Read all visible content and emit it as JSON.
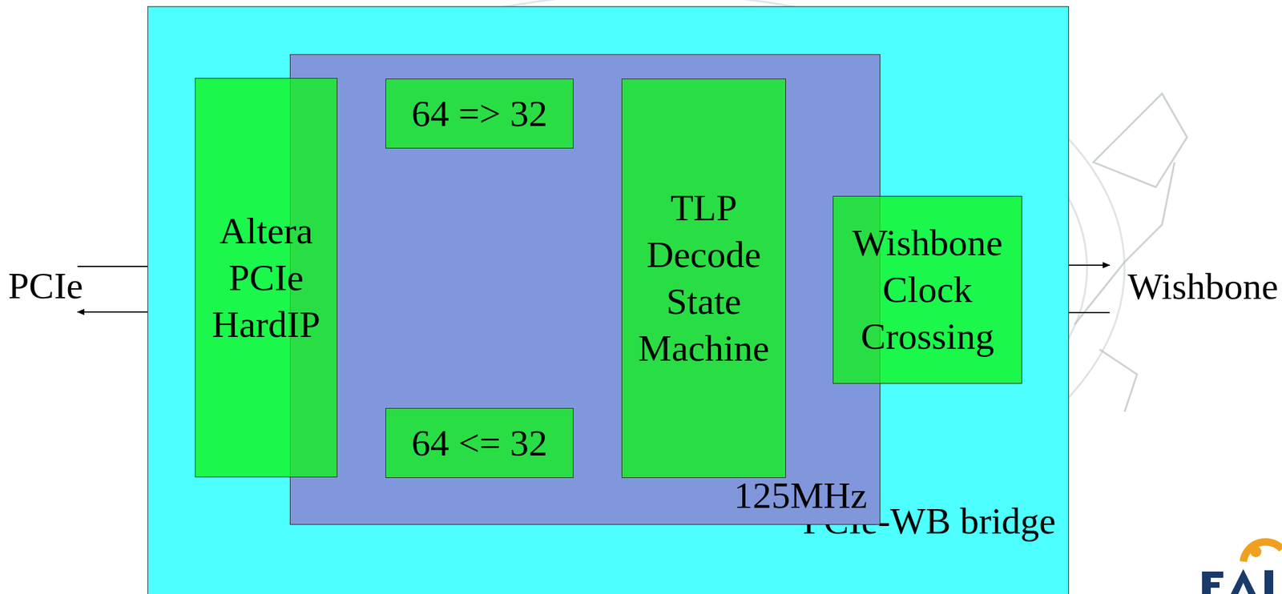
{
  "diagram": {
    "nodes": [
      {
        "text": [
          "PCIe-WB bridge"
        ]
      },
      {
        "text": [
          "125MHz"
        ],
        "in": 0
      },
      {
        "text": [
          "Altera PCIe HardIP"
        ],
        "in": 0
      },
      {
        "text": [
          "64 => 32"
        ],
        "in": 1
      },
      {
        "text": [
          "64 <= 32"
        ],
        "in": 1
      },
      {
        "text": [
          "TLP Decode State Machine"
        ],
        "in": 1
      },
      {
        "text": [
          "Wishbone Clock Crossing"
        ],
        "in": 0
      }
    ],
    "labels": [
      "PCIe",
      "Wishbone"
    ]
  }
}
